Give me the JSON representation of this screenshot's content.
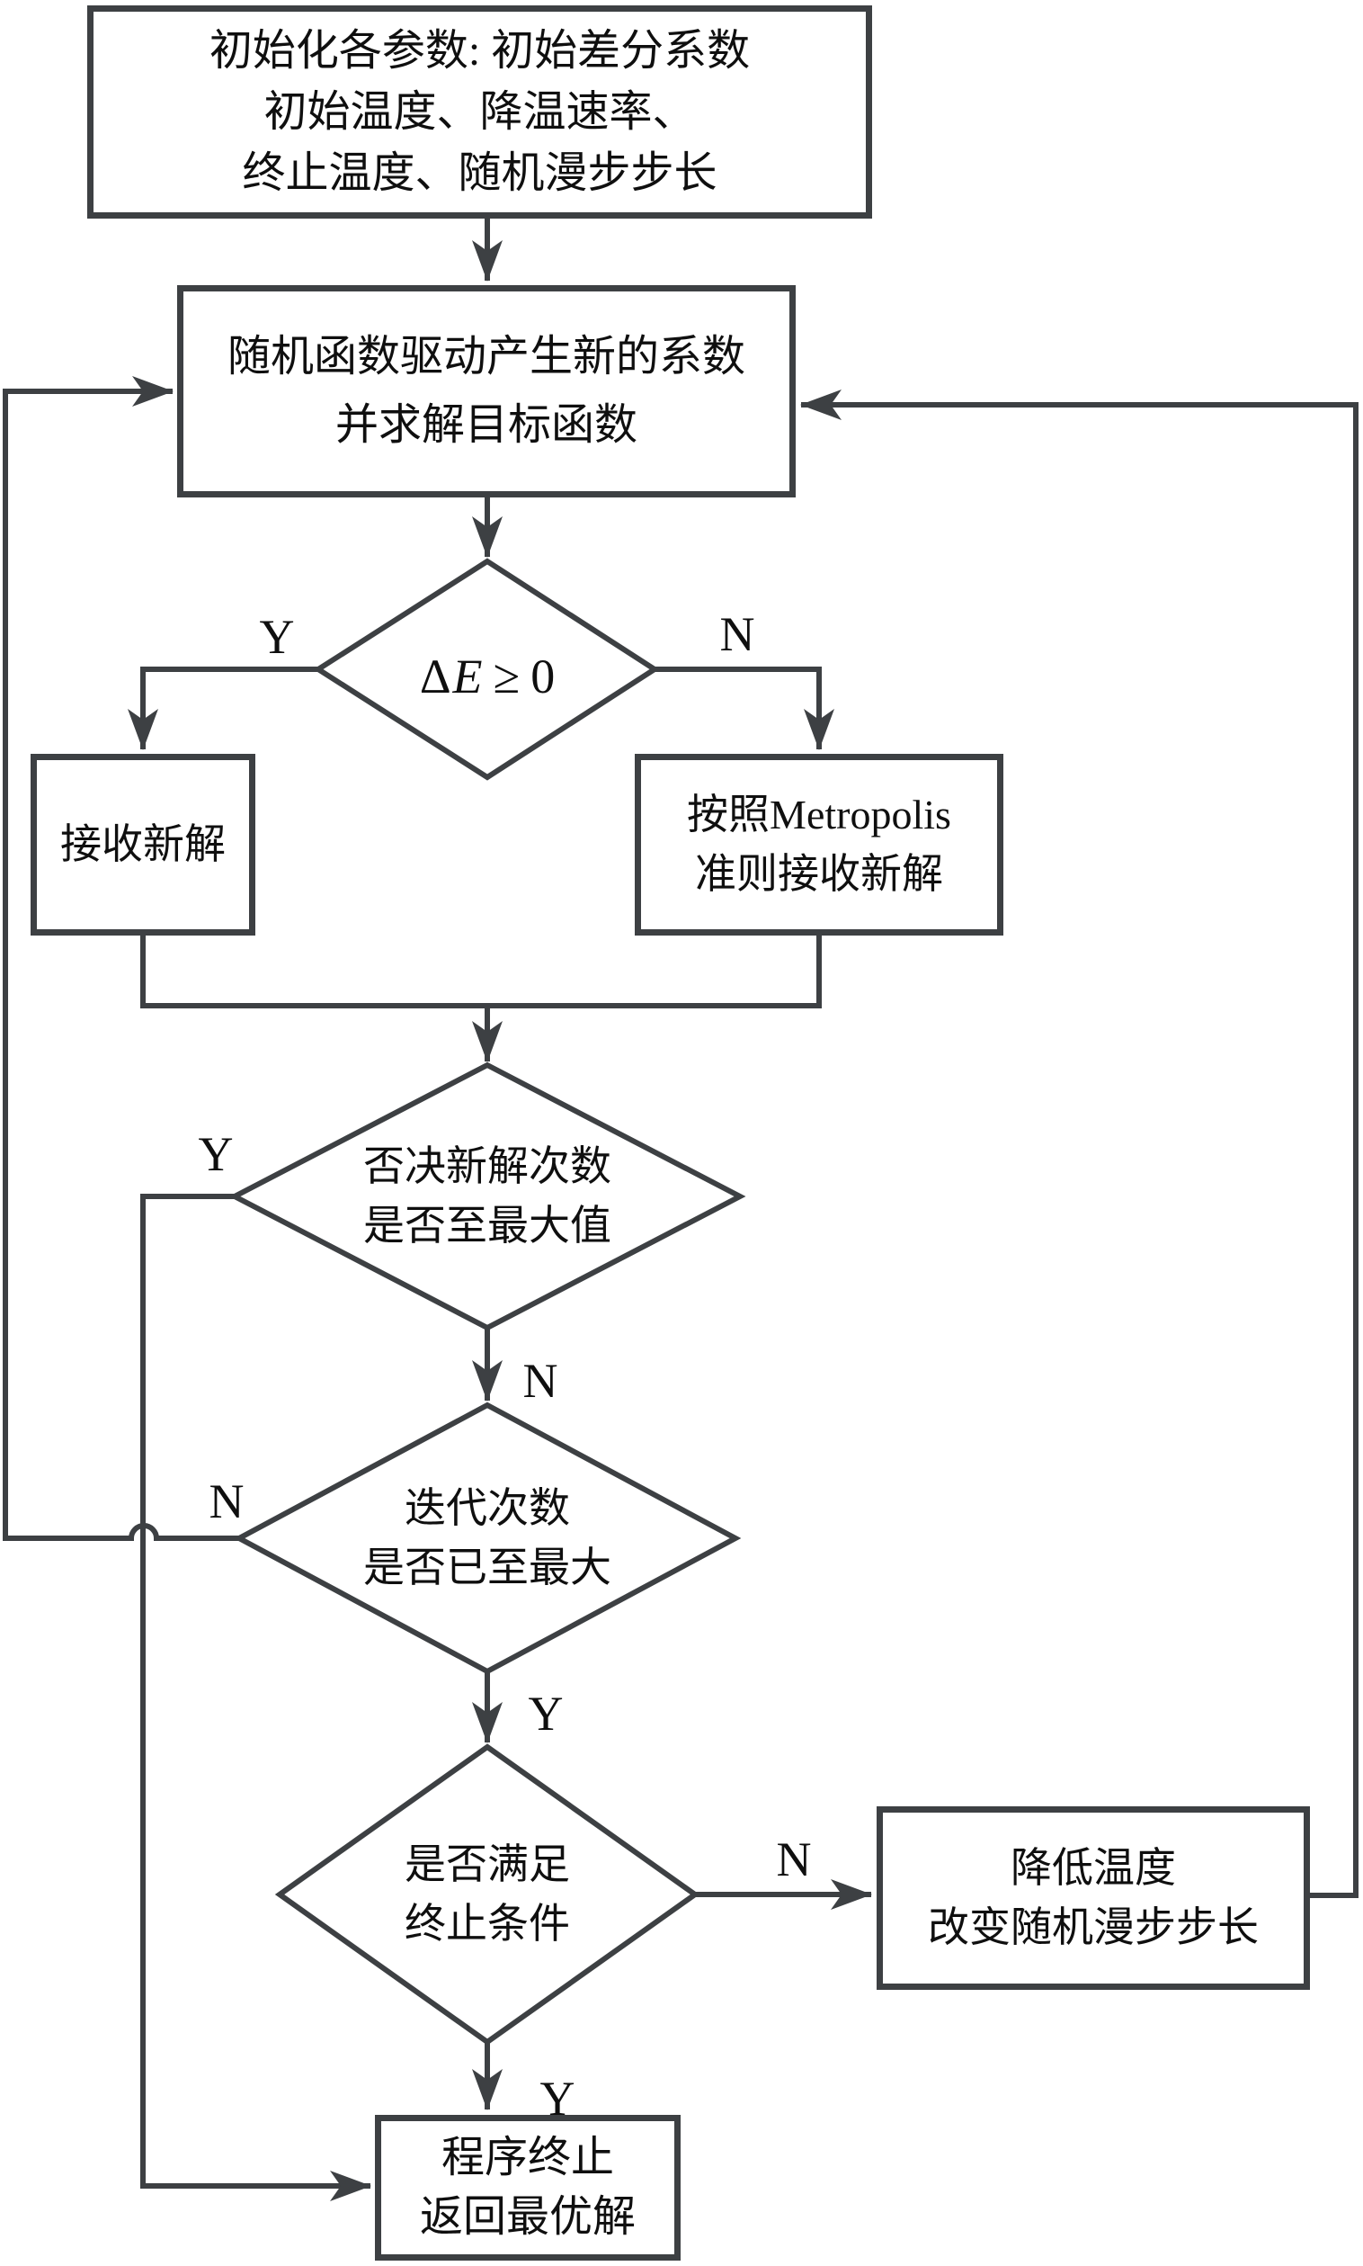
{
  "flowchart": {
    "nodes": {
      "init": {
        "text": "初始化各参数: 初始差分系数\n初始温度、降温速率、\n终止温度、随机漫步步长"
      },
      "generate": {
        "text": "随机函数驱动产生新的系数\n并求解目标函数"
      },
      "decision_delta_e": {
        "delta": "Δ",
        "variable": "E",
        "operator": "≥",
        "value": "0"
      },
      "accept": {
        "text": "接收新解"
      },
      "metropolis": {
        "text": "按照Metropolis\n准则接收新解"
      },
      "decision_reject_count": {
        "text": "否决新解次数\n是否至最大值"
      },
      "decision_iterations": {
        "text": "迭代次数\n是否已至最大"
      },
      "decision_terminate": {
        "text": "是否满足\n终止条件"
      },
      "lower_temperature": {
        "text": "降低温度\n改变随机漫步步长"
      },
      "terminate": {
        "text": "程序终止\n返回最优解"
      }
    },
    "edge_labels": {
      "delta_yes": "Y",
      "delta_no": "N",
      "reject_yes": "Y",
      "reject_no": "N",
      "iterations_no": "N",
      "iterations_yes": "Y",
      "terminate_no": "N",
      "terminate_yes": "Y"
    },
    "colors": {
      "line": "#3d4043",
      "text": "#0f0f0f",
      "background": "#ffffff"
    }
  }
}
